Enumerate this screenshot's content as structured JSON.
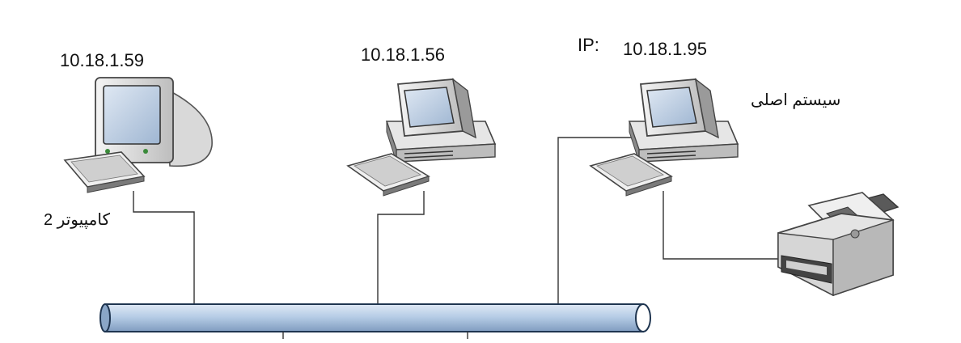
{
  "diagram": {
    "colors": {
      "cable_fill": "#b7cde6",
      "cable_stroke": "#1f3550",
      "link_line": "#333333",
      "device_light": "#eeeeee",
      "device_mid": "#d3d3d3",
      "device_dark": "#5a5a5a",
      "screen": "#b3c7de"
    },
    "nodes": [
      {
        "id": "pc-left",
        "ip_text": "10.18.1.59",
        "name_label": "کامپیوتر 2"
      },
      {
        "id": "pc-center",
        "ip_text": "10.18.1.56"
      },
      {
        "id": "pc-right",
        "ip_prefix": "IP:",
        "ip_text": "10.18.1.95",
        "name_label": "سیستم اصلی"
      },
      {
        "id": "printer",
        "icon": "printer-icon"
      }
    ],
    "links": [
      {
        "from": "pc-left",
        "to": "network-bus"
      },
      {
        "from": "pc-center",
        "to": "network-bus"
      },
      {
        "from": "pc-right",
        "to": "network-bus"
      },
      {
        "from": "pc-right",
        "to": "printer"
      }
    ],
    "bus": {
      "icon": "network-cable-icon"
    }
  }
}
